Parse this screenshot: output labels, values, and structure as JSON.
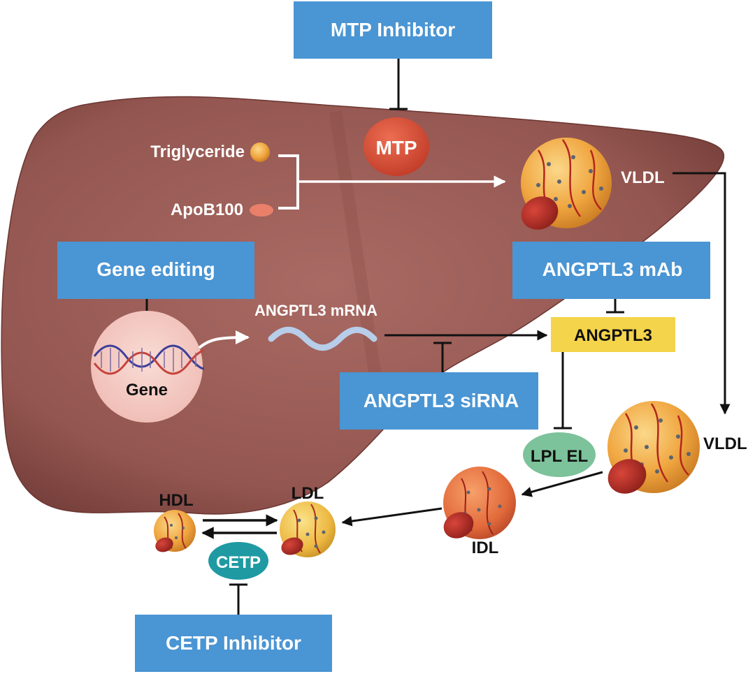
{
  "boxes": {
    "mtp_inhibitor": "MTP Inhibitor",
    "gene_editing": "Gene editing",
    "angptl3_mab": "ANGPTL3 mAb",
    "angptl3_sirna": "ANGPTL3 siRNA",
    "cetp_inhibitor": "CETP Inhibitor"
  },
  "nodes": {
    "mtp": "MTP",
    "angptl3": "ANGPTL3",
    "lpl_el": "LPL EL",
    "cetp": "CETP",
    "gene": "Gene"
  },
  "labels": {
    "triglyceride": "Triglyceride",
    "apob100": "ApoB100",
    "angptl3_mrna": "ANGPTL3 mRNA",
    "vldl_liver": "VLDL",
    "vldl_outside": "VLDL",
    "idl": "IDL",
    "ldl": "LDL",
    "hdl": "HDL"
  },
  "colors": {
    "box_blue": "#4a95d3",
    "liver": "#9a5a55",
    "mtp_red": "#d9513b",
    "angptl3_yellow": "#f4d44a",
    "lpl_green": "#7cc29a",
    "cetp_teal": "#1f9aa3",
    "gene_pink": "#f3c9c3"
  }
}
